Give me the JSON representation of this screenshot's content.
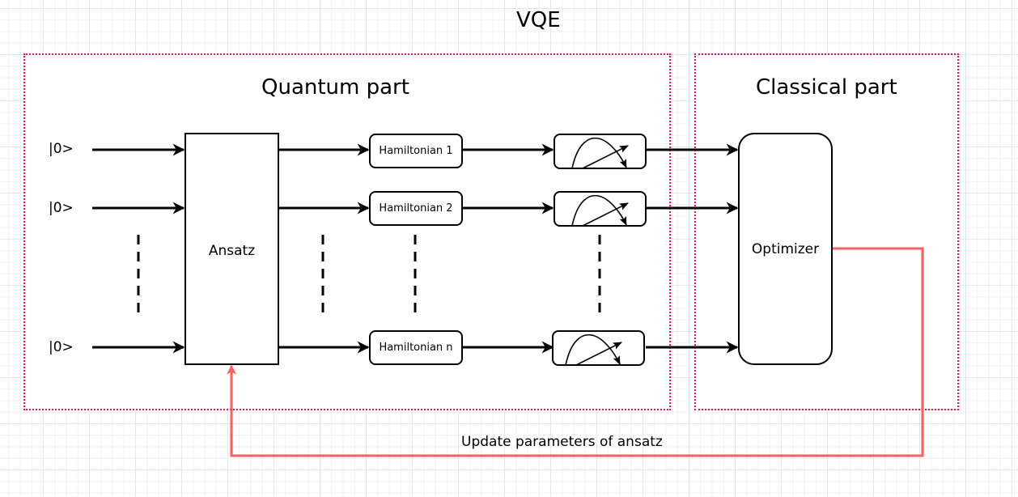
{
  "title": "VQE",
  "groups": {
    "quantum": {
      "label": "Quantum part"
    },
    "classical": {
      "label": "Classical part"
    }
  },
  "inputs": [
    {
      "label": "|0>"
    },
    {
      "label": "|0>"
    },
    {
      "label": "|0>"
    }
  ],
  "ansatz": {
    "label": "Ansatz"
  },
  "hamiltonians": [
    {
      "label": "Hamiltonian 1"
    },
    {
      "label": "Hamiltonian 2"
    },
    {
      "label": "Hamiltonian n"
    }
  ],
  "measurement_icon": "meter-icon",
  "optimizer": {
    "label": "Optimizer"
  },
  "feedback": {
    "label": "Update parameters of ansatz",
    "color": "#ff5c5c"
  },
  "colors": {
    "group_border": "#ff0a5a",
    "stroke": "#000000"
  }
}
